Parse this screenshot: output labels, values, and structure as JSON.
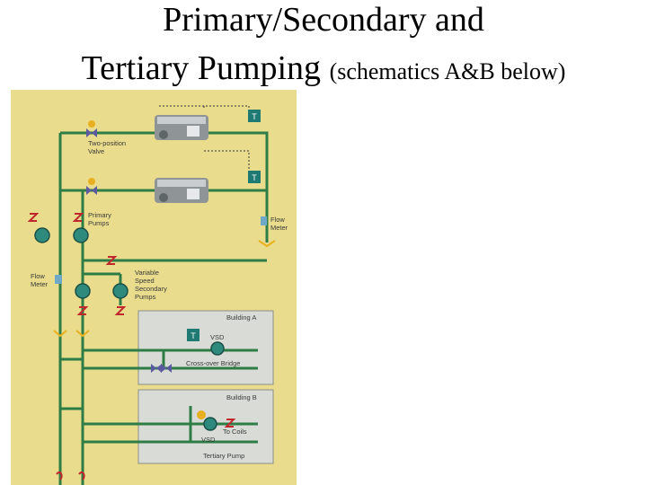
{
  "title": {
    "line1": "Primary/Secondary and",
    "line2_main": "Tertiary Pumping",
    "line2_note": "(schematics A&B below)"
  },
  "diagram": {
    "labels": {
      "two_position_valve_1": "Two-position",
      "two_position_valve_2": "Valve",
      "primary_pumps_1": "Primary",
      "primary_pumps_2": "Pumps",
      "flow_meter_right_1": "Flow",
      "flow_meter_right_2": "Meter",
      "flow_meter_left_1": "Flow",
      "flow_meter_left_2": "Meter",
      "vs_pumps_1": "Variable",
      "vs_pumps_2": "Speed",
      "vs_pumps_3": "Secondary",
      "vs_pumps_4": "Pumps",
      "building_a": "Building A",
      "vsd_a": "VSD",
      "crossover_bridge": "Cross-over Bridge",
      "building_b": "Building B",
      "vsd_b": "VSD",
      "to_coils": "To Coils",
      "tertiary_pump": "Tertiary Pump",
      "sensor_t": "T"
    },
    "colors": {
      "background": "#e9dc8c",
      "pipe": "#2f7d46",
      "building_box": "#d9dcd6",
      "pump": "#2d8a7c",
      "valve_red": "#c0272d",
      "sensor": "#1f7a73",
      "accent_yellow": "#e8b020"
    }
  }
}
